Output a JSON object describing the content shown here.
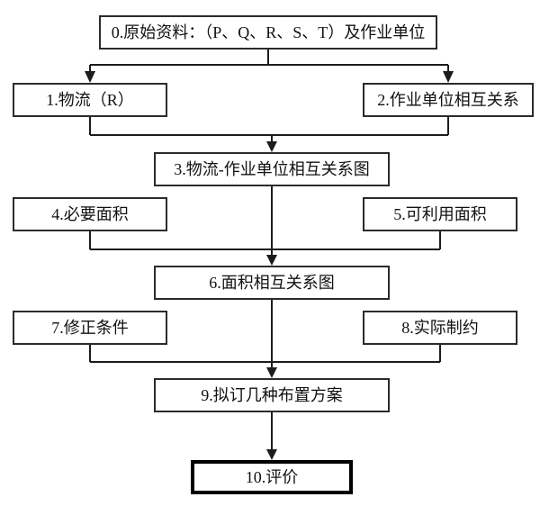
{
  "flowchart": {
    "description": "SLP (Systematic Layout Planning) procedure flowchart",
    "nodes": [
      {
        "id": "0",
        "label": "0.原始资料：（P、Q、R、S、T）及作业单位",
        "emphasis": false
      },
      {
        "id": "1",
        "label": "1.物流（R）",
        "emphasis": false
      },
      {
        "id": "2",
        "label": "2.作业单位相互关系",
        "emphasis": false
      },
      {
        "id": "3",
        "label": "3.物流-作业单位相互关系图",
        "emphasis": false
      },
      {
        "id": "4",
        "label": "4.必要面积",
        "emphasis": false
      },
      {
        "id": "5",
        "label": "5.可利用面积",
        "emphasis": false
      },
      {
        "id": "6",
        "label": "6.面积相互关系图",
        "emphasis": false
      },
      {
        "id": "7",
        "label": "7.修正条件",
        "emphasis": false
      },
      {
        "id": "8",
        "label": "8.实际制约",
        "emphasis": false
      },
      {
        "id": "9",
        "label": "9.拟订几种布置方案",
        "emphasis": false
      },
      {
        "id": "10",
        "label": "10.评价",
        "emphasis": true
      }
    ],
    "edges": [
      {
        "from": "0",
        "to": "1"
      },
      {
        "from": "0",
        "to": "2"
      },
      {
        "from": "1",
        "to": "3"
      },
      {
        "from": "2",
        "to": "3"
      },
      {
        "from": "3",
        "to": "6"
      },
      {
        "from": "4",
        "to": "6"
      },
      {
        "from": "5",
        "to": "6"
      },
      {
        "from": "6",
        "to": "9"
      },
      {
        "from": "7",
        "to": "9"
      },
      {
        "from": "8",
        "to": "9"
      },
      {
        "from": "9",
        "to": "10"
      }
    ],
    "colors": {
      "background": "#ffffff",
      "line": "#1c1c1c",
      "box_border": "#2b2b2b",
      "text": "#111111"
    }
  }
}
